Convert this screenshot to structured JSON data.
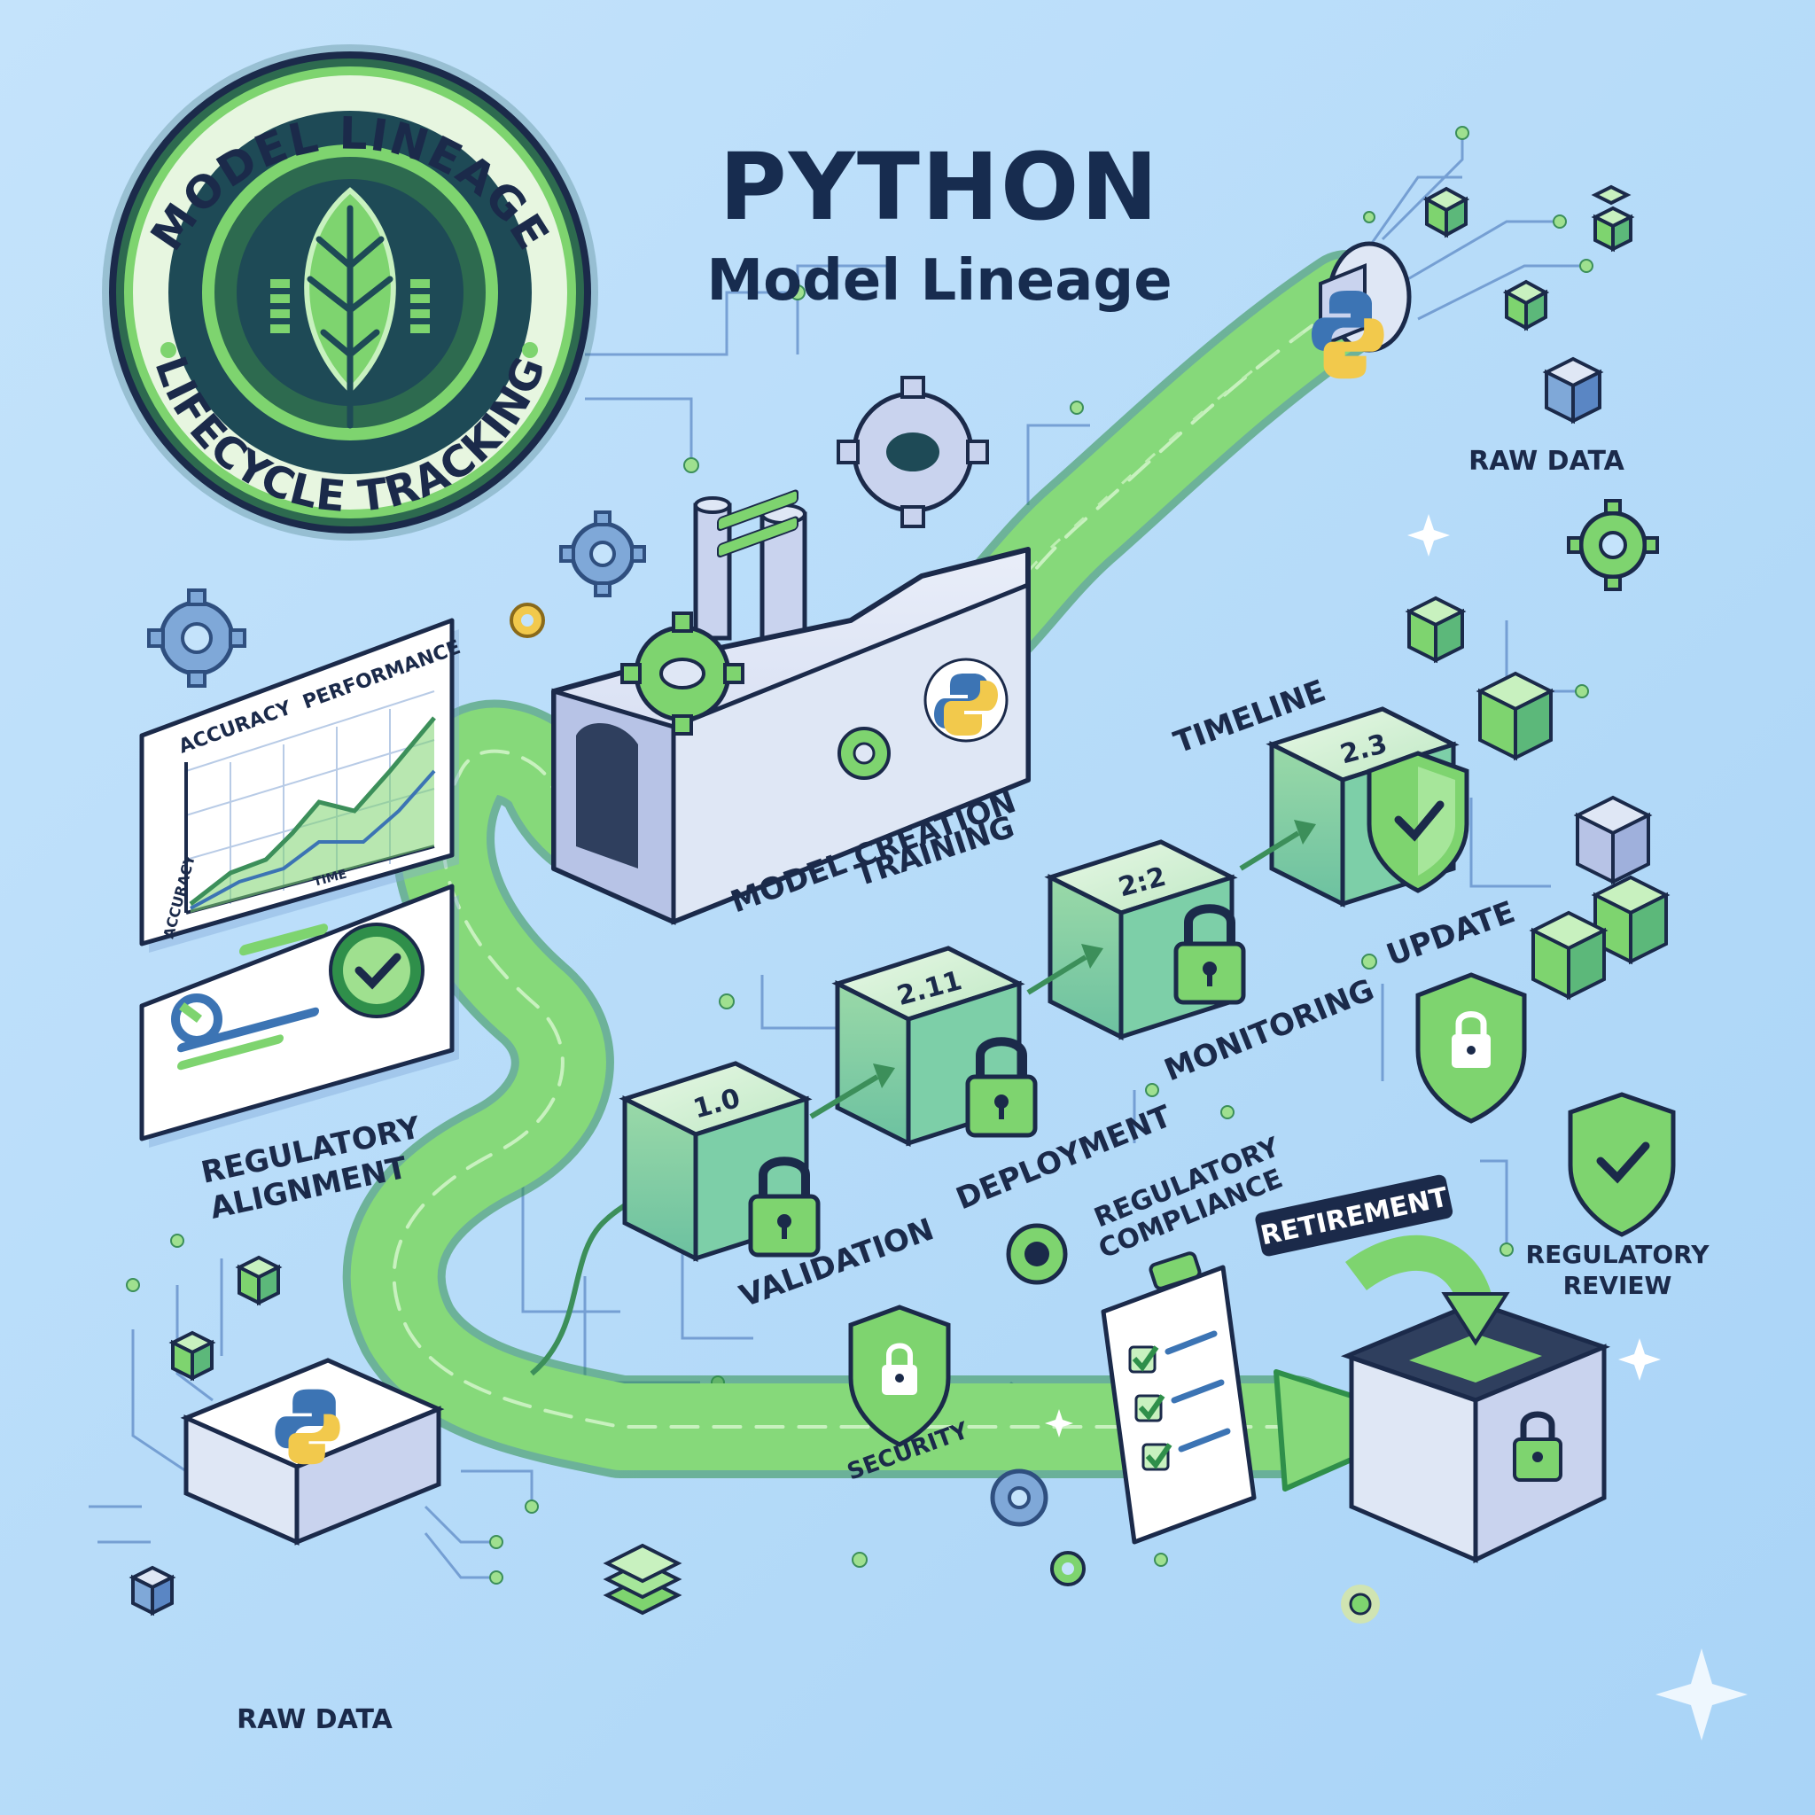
{
  "header": {
    "title": "PYTHON",
    "subtitle": "Model Lineage"
  },
  "badge": {
    "top_text": "MODEL LINEAGE",
    "bottom_text": "LIFECYCLE TRACKING"
  },
  "chart_card": {
    "title_left": "ACCURACY",
    "title_right": "PERFORMANCE",
    "y_axis": "ACCURACY",
    "x_axis": "TIME"
  },
  "regulatory_card": {
    "label": "REGULATORY ALIGNMENT",
    "label_line1": "REGULATORY",
    "label_line2": "ALIGNMENT"
  },
  "stages": {
    "model_creation": "MODEL CREATION",
    "training": "TRAINING",
    "timeline": "TIMELINE",
    "update": "UPDATE",
    "monitoring": "MONITORING",
    "deployment": "DEPLOYMENT",
    "validation": "VALIDATION",
    "regulatory_compliance_1": "REGULATORY",
    "regulatory_compliance_2": "COMPLIANCE",
    "security": "SECURITY",
    "retirement": "RETIREMENT",
    "regulatory_review_1": "REGULATORY",
    "regulatory_review_2": "REVIEW"
  },
  "versions": [
    "1.0",
    "2.11",
    "2:2",
    "2.3"
  ],
  "data_sources": {
    "raw_data_top": "RAW DATA",
    "raw_data_bottom": "RAW DATA"
  },
  "colors": {
    "background": "#bfe0fb",
    "accent_green": "#7ed46f",
    "dark_green": "#2f8f4a",
    "navy": "#172c4f",
    "python_blue": "#3c74b4",
    "python_yellow": "#f2c94c"
  }
}
